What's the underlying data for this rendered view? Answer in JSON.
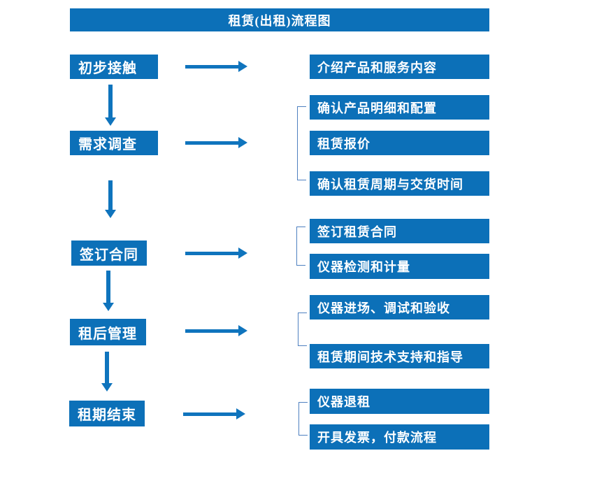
{
  "title": "租赁(出租)流程图",
  "colors": {
    "box_blue": "#0c70b8",
    "arrow_blue": "#0f74bd",
    "bracket_blue": "#4e80c0",
    "text_white": "#ffffff",
    "background": "#ffffff"
  },
  "steps": [
    {
      "label": "初步接触",
      "outputs": [
        "介绍产品和服务内容"
      ]
    },
    {
      "label": "需求调查",
      "outputs": [
        "确认产品明细和配置",
        "租赁报价",
        "确认租赁周期与交货时间"
      ]
    },
    {
      "label": "签订合同",
      "outputs": [
        "签订租赁合同",
        "仪器检测和计量"
      ]
    },
    {
      "label": "租后管理",
      "outputs": [
        "仪器进场、调试和验收",
        "租赁期间技术支持和指导"
      ]
    },
    {
      "label": "租期结束",
      "outputs": [
        "仪器退租",
        "开具发票，付款流程"
      ]
    }
  ]
}
